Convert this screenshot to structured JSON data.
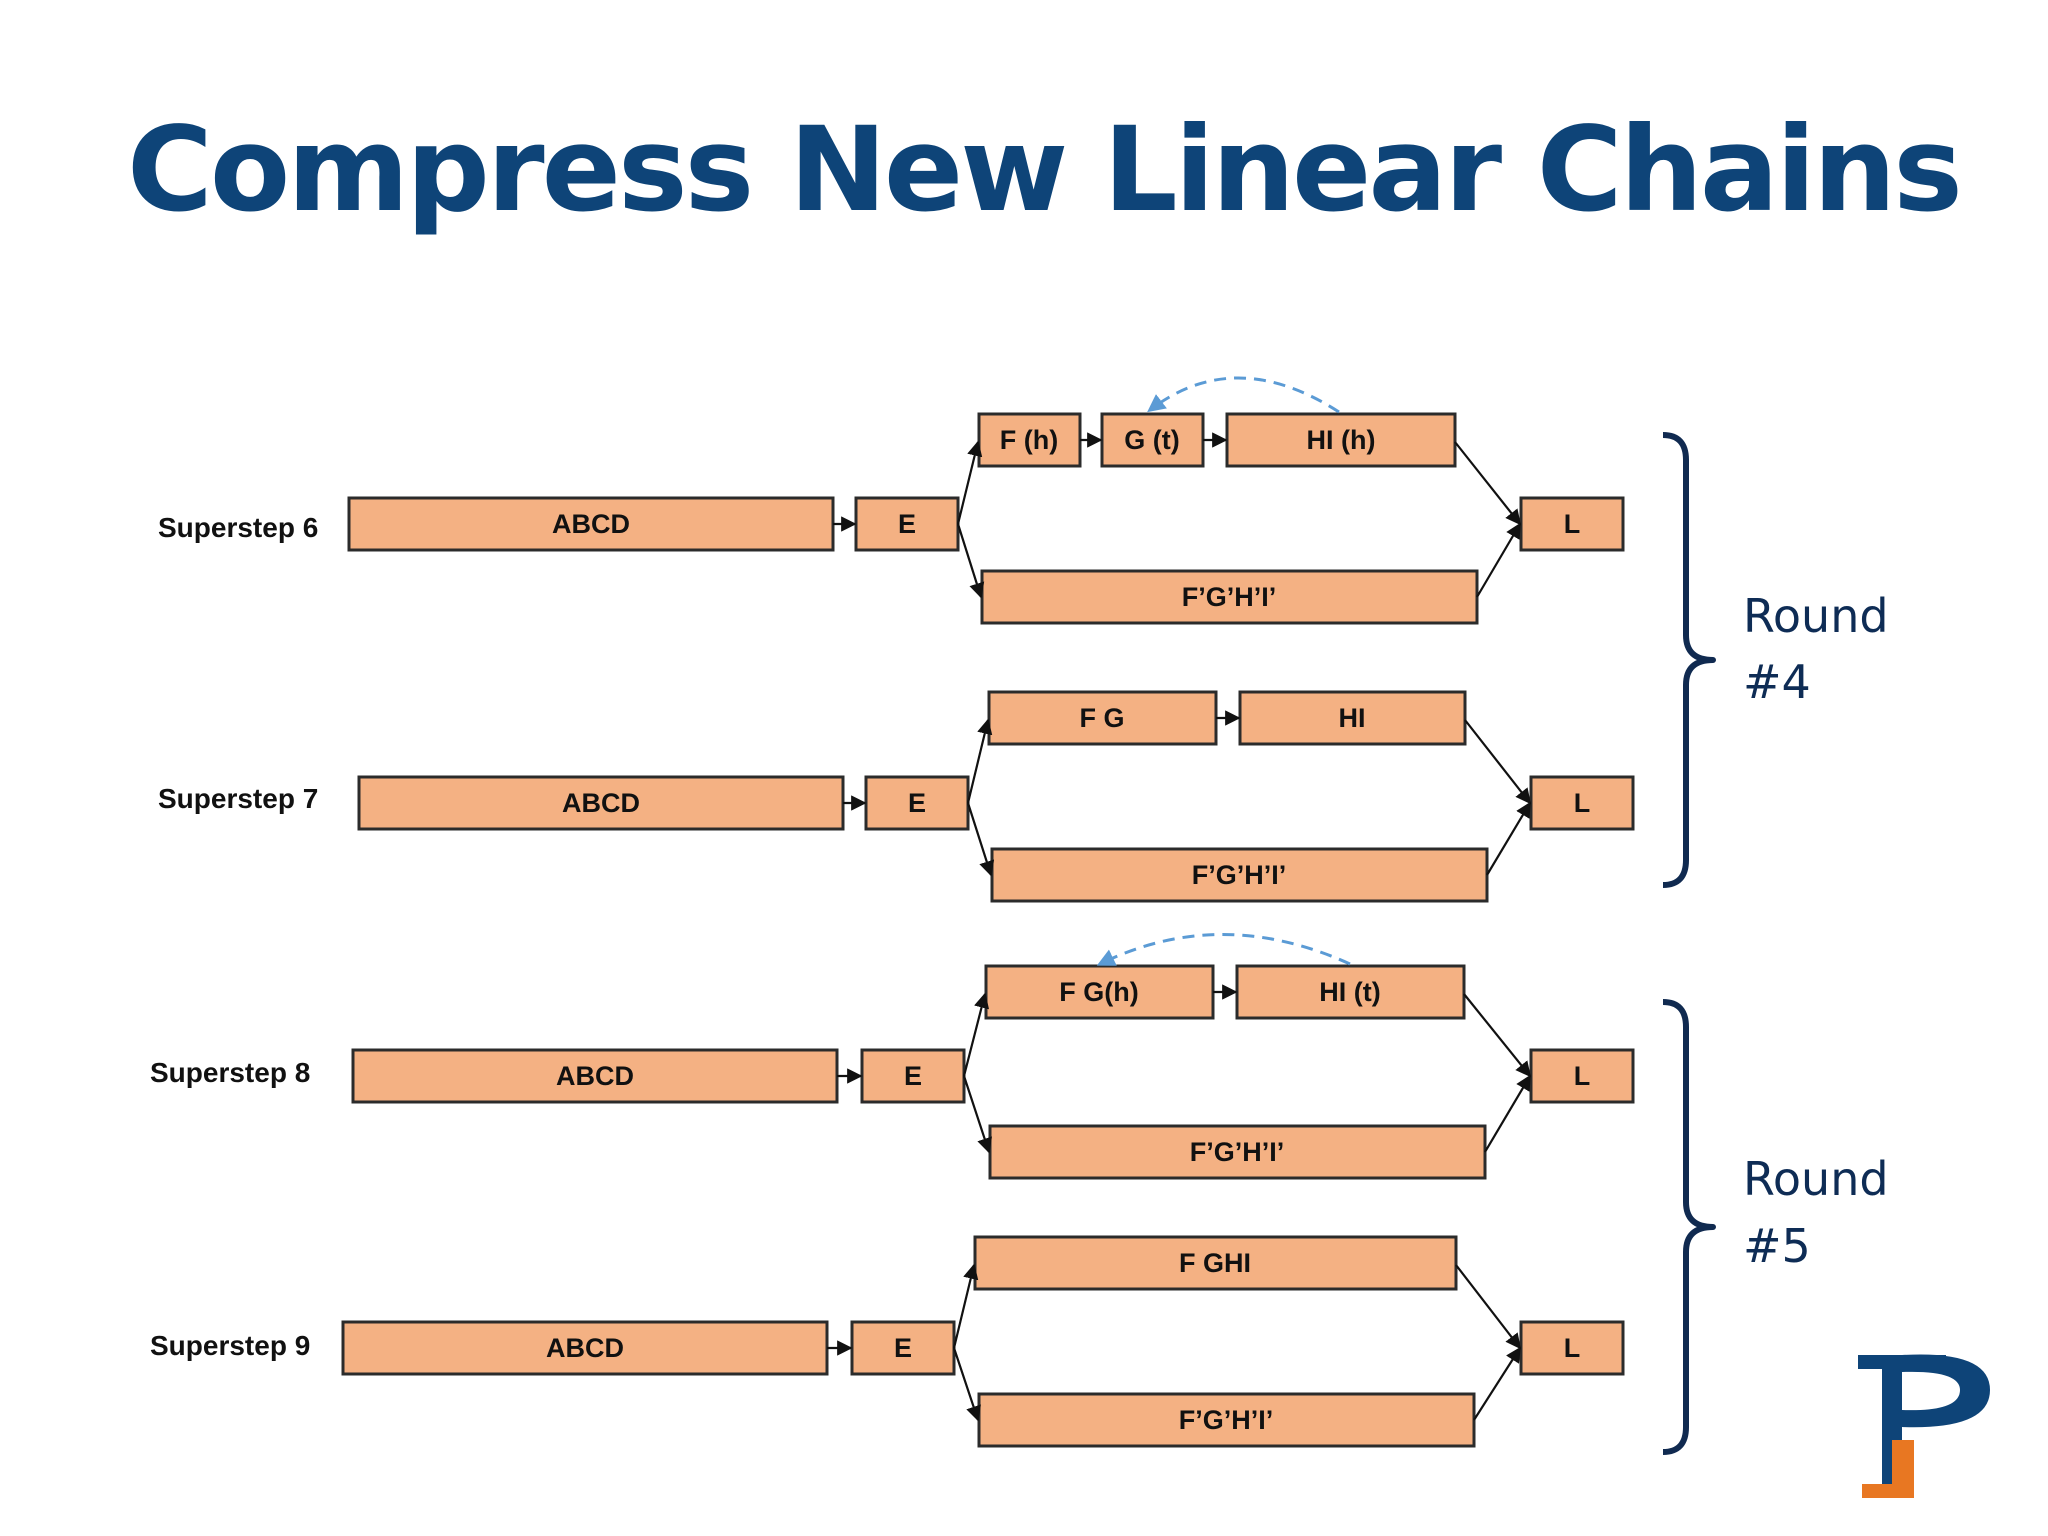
{
  "slide": {
    "title": "Compress New Linear Chains"
  },
  "colors": {
    "title": "#0e4478",
    "box_fill": "#f4b183",
    "box_stroke": "#2b2b2b",
    "dashed_arc": "#5b9bd5",
    "brace": "#102a50"
  },
  "supersteps": [
    {
      "label": "Superstep 6",
      "nodes": {
        "abcd": "ABCD",
        "e": "E",
        "top": [
          "F (h)",
          "G (t)",
          "HI (h)"
        ],
        "bottom": "F’G’H’I’",
        "l": "L"
      },
      "dashed_merge": true
    },
    {
      "label": "Superstep 7",
      "nodes": {
        "abcd": "ABCD",
        "e": "E",
        "top": [
          "F G",
          "HI"
        ],
        "bottom": "F’G’H’I’",
        "l": "L"
      },
      "dashed_merge": false
    },
    {
      "label": "Superstep 8",
      "nodes": {
        "abcd": "ABCD",
        "e": "E",
        "top": [
          "F G(h)",
          "HI (t)"
        ],
        "bottom": "F’G’H’I’",
        "l": "L"
      },
      "dashed_merge": true
    },
    {
      "label": "Superstep 9",
      "nodes": {
        "abcd": "ABCD",
        "e": "E",
        "top": [
          "F GHI"
        ],
        "bottom": "F’G’H’I’",
        "l": "L"
      },
      "dashed_merge": false
    }
  ],
  "rounds": [
    {
      "line1": "Round",
      "line2": "#4"
    },
    {
      "line1": "Round",
      "line2": "#5"
    }
  ],
  "logo": {
    "icon": "university-logo-icon"
  }
}
